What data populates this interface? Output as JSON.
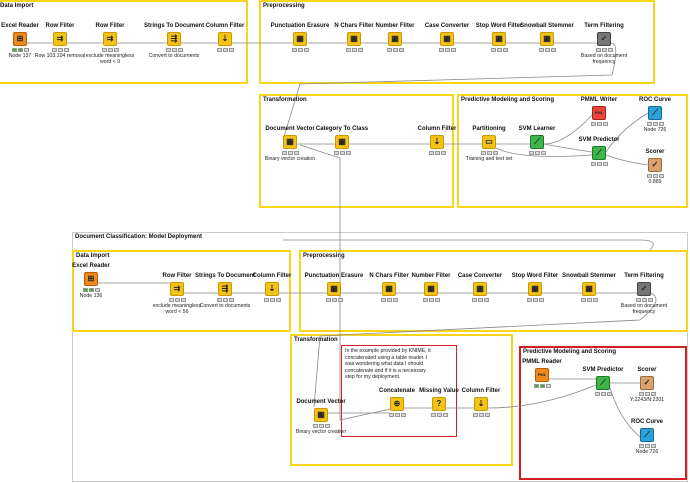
{
  "annotations": [
    {
      "id": "a1",
      "title": "Data Import",
      "style": "yellow"
    },
    {
      "id": "a2",
      "title": "Preprocessing",
      "style": "yellow"
    },
    {
      "id": "a3",
      "title": "Transformation",
      "style": "yellow"
    },
    {
      "id": "a4",
      "title": "Predictive Modeling and Scoring",
      "style": "yellow"
    },
    {
      "id": "a5",
      "title": "Document Classification: Model Deployment",
      "style": "outer"
    },
    {
      "id": "a6",
      "title": "Data Import",
      "style": "yellow"
    },
    {
      "id": "a7",
      "title": "Preprocessing",
      "style": "yellow"
    },
    {
      "id": "a8",
      "title": "Transformation",
      "style": "yellow"
    },
    {
      "id": "a9",
      "title": "Predictive Modeling and Scoring",
      "style": "red"
    }
  ],
  "note": {
    "text": "In the example provided by KNIME, it concatenated using a table reader. I was wondering what data I should concatenate and if it is a necessary step for my deployment."
  },
  "nodes": [
    {
      "id": "n1",
      "name": "Excel Reader",
      "desc": "Node 137",
      "color": "orange",
      "glyph": "⊞",
      "status": [
        "on",
        "on",
        "off"
      ]
    },
    {
      "id": "n2",
      "name": "Row Filter",
      "desc": "Row 103,104 removal",
      "color": "yellow",
      "glyph": "⇉",
      "status": [
        "off",
        "off",
        "off"
      ]
    },
    {
      "id": "n3",
      "name": "Row Filter",
      "desc": "exclude meaningless word < 9",
      "color": "yellow",
      "glyph": "⇉",
      "status": [
        "off",
        "off",
        "off"
      ]
    },
    {
      "id": "n4",
      "name": "Strings To Document",
      "desc": "Convert to documents",
      "color": "yellow",
      "glyph": "⇶",
      "status": [
        "off",
        "off",
        "off"
      ]
    },
    {
      "id": "n5",
      "name": "Column Filter",
      "desc": "",
      "color": "yellow",
      "glyph": "⇣",
      "status": [
        "off",
        "off",
        "off"
      ]
    },
    {
      "id": "n6",
      "name": "Punctuation Erasure",
      "desc": "",
      "color": "yellow",
      "glyph": "▦",
      "status": [
        "off",
        "off",
        "off"
      ]
    },
    {
      "id": "n7",
      "name": "N Chars Filter",
      "desc": "",
      "color": "yellow",
      "glyph": "▦",
      "status": [
        "off",
        "off",
        "off"
      ]
    },
    {
      "id": "n8",
      "name": "Number Filter",
      "desc": "",
      "color": "yellow",
      "glyph": "▦",
      "status": [
        "off",
        "off",
        "off"
      ]
    },
    {
      "id": "n9",
      "name": "Case Converter",
      "desc": "",
      "color": "yellow",
      "glyph": "▦",
      "status": [
        "off",
        "off",
        "off"
      ]
    },
    {
      "id": "n10",
      "name": "Stop Word Filter",
      "desc": "",
      "color": "yellow",
      "glyph": "▦",
      "status": [
        "off",
        "off",
        "off"
      ]
    },
    {
      "id": "n11",
      "name": "Snowball Stemmer",
      "desc": "",
      "color": "yellow",
      "glyph": "▦",
      "status": [
        "off",
        "off",
        "off"
      ]
    },
    {
      "id": "n12",
      "name": "Term Filtering",
      "desc": "Based on document frequency",
      "color": "gray",
      "glyph": "✓",
      "status": [
        "off",
        "off",
        "off"
      ]
    },
    {
      "id": "n13",
      "name": "Document Vector",
      "desc": "Binary vector creation",
      "color": "yellow",
      "glyph": "▦",
      "status": [
        "off",
        "off",
        "off"
      ]
    },
    {
      "id": "n14",
      "name": "Category To Class",
      "desc": "",
      "color": "yellow",
      "glyph": "▦",
      "status": [
        "off",
        "off",
        "off"
      ]
    },
    {
      "id": "n15",
      "name": "Column Filter",
      "desc": "",
      "color": "yellow",
      "glyph": "⇣",
      "status": [
        "off",
        "off",
        "off"
      ]
    },
    {
      "id": "n16",
      "name": "Partitioning",
      "desc": "Training and test set",
      "color": "yellow",
      "glyph": "▭",
      "status": [
        "off",
        "off",
        "off"
      ]
    },
    {
      "id": "n17",
      "name": "SVM Learner",
      "desc": "",
      "color": "green",
      "glyph": "⟋",
      "status": [
        "off",
        "off",
        "off"
      ]
    },
    {
      "id": "n18",
      "name": "PMML Writer",
      "desc": "",
      "color": "red",
      "glyph": "PML",
      "status": [
        "off",
        "off",
        "off"
      ]
    },
    {
      "id": "n19",
      "name": "SVM Predictor",
      "desc": "",
      "color": "green",
      "glyph": "⟋",
      "status": [
        "off",
        "off",
        "off"
      ]
    },
    {
      "id": "n20",
      "name": "ROC Curve",
      "desc": "Node 726",
      "color": "blue",
      "glyph": "⟋",
      "status": [
        "off",
        "off",
        "off"
      ]
    },
    {
      "id": "n21",
      "name": "Scorer",
      "desc": "0.889",
      "color": "tan",
      "glyph": "✓",
      "status": [
        "off",
        "off",
        "off"
      ]
    },
    {
      "id": "n22",
      "name": "Excel Reader",
      "desc": "Node 136",
      "color": "orange",
      "glyph": "⊞",
      "status": [
        "on",
        "on",
        "off"
      ]
    },
    {
      "id": "n23",
      "name": "Row Filter",
      "desc": "exclude meaningless word < 56",
      "color": "yellow",
      "glyph": "⇉",
      "status": [
        "off",
        "off",
        "off"
      ]
    },
    {
      "id": "n24",
      "name": "Strings To Document",
      "desc": "Convert to documents",
      "color": "yellow",
      "glyph": "⇶",
      "status": [
        "off",
        "off",
        "off"
      ]
    },
    {
      "id": "n25",
      "name": "Column Filter",
      "desc": "",
      "color": "yellow",
      "glyph": "⇣",
      "status": [
        "off",
        "off",
        "off"
      ]
    },
    {
      "id": "n26",
      "name": "Punctuation Erasure",
      "desc": "",
      "color": "yellow",
      "glyph": "▦",
      "status": [
        "off",
        "off",
        "off"
      ]
    },
    {
      "id": "n27",
      "name": "N Chars Filter",
      "desc": "",
      "color": "yellow",
      "glyph": "▦",
      "status": [
        "off",
        "off",
        "off"
      ]
    },
    {
      "id": "n28",
      "name": "Number Filter",
      "desc": "",
      "color": "yellow",
      "glyph": "▦",
      "status": [
        "off",
        "off",
        "off"
      ]
    },
    {
      "id": "n29",
      "name": "Case Converter",
      "desc": "",
      "color": "yellow",
      "glyph": "▦",
      "status": [
        "off",
        "off",
        "off"
      ]
    },
    {
      "id": "n30",
      "name": "Stop Word Filter",
      "desc": "",
      "color": "yellow",
      "glyph": "▦",
      "status": [
        "off",
        "off",
        "off"
      ]
    },
    {
      "id": "n31",
      "name": "Snowball Stemmer",
      "desc": "",
      "color": "yellow",
      "glyph": "▦",
      "status": [
        "off",
        "off",
        "off"
      ]
    },
    {
      "id": "n32",
      "name": "Term Filtering",
      "desc": "Based on document frequency",
      "color": "gray",
      "glyph": "✓",
      "status": [
        "off",
        "off",
        "off"
      ]
    },
    {
      "id": "n33",
      "name": "Document Vector",
      "desc": "Binary vector creation",
      "color": "yellow",
      "glyph": "▦",
      "status": [
        "off",
        "off",
        "off"
      ]
    },
    {
      "id": "n34",
      "name": "Concatenate",
      "desc": "",
      "color": "yellow",
      "glyph": "⊕",
      "status": [
        "off",
        "off",
        "off"
      ]
    },
    {
      "id": "n35",
      "name": "Missing Value",
      "desc": "",
      "color": "yellow",
      "glyph": "?",
      "status": [
        "off",
        "off",
        "off"
      ]
    },
    {
      "id": "n36",
      "name": "Column Filter",
      "desc": "",
      "color": "yellow",
      "glyph": "⇣",
      "status": [
        "off",
        "off",
        "off"
      ]
    },
    {
      "id": "n37",
      "name": "PMML Reader",
      "desc": "",
      "color": "orange",
      "glyph": "PML",
      "status": [
        "on",
        "on",
        "off"
      ]
    },
    {
      "id": "n38",
      "name": "SVM Predictor",
      "desc": "",
      "color": "green",
      "glyph": "⟋",
      "status": [
        "off",
        "off",
        "off"
      ]
    },
    {
      "id": "n39",
      "name": "Scorer",
      "desc": "Y:2243/N:2201",
      "color": "tan",
      "glyph": "✓",
      "status": [
        "off",
        "off",
        "off"
      ]
    },
    {
      "id": "n40",
      "name": "ROC Curve",
      "desc": "Node 726",
      "color": "blue",
      "glyph": "⟋",
      "status": [
        "off",
        "off",
        "off"
      ]
    }
  ]
}
